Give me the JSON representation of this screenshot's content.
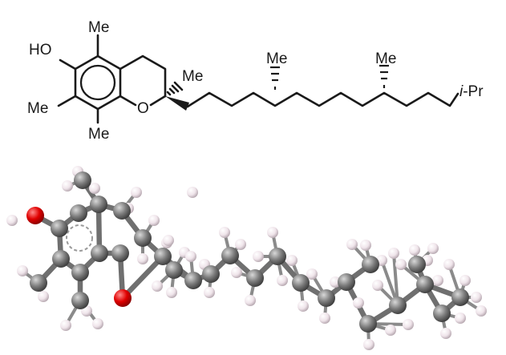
{
  "structure_labels": {
    "ho": "HO",
    "me_top": "Me",
    "me_left": "Me",
    "me_bottom": "Me",
    "ring_o": "O",
    "me_c2": "Me",
    "me_chain1": "Me",
    "me_chain2": "Me",
    "ipr_prefix": "i",
    "ipr_suffix": "-Pr"
  },
  "colors": {
    "ink": "#1a1a1a",
    "carbon": "#7a7a7a",
    "hydrogen": "#efe6ea",
    "oxygen": "#e00000",
    "background": "#ffffff"
  }
}
